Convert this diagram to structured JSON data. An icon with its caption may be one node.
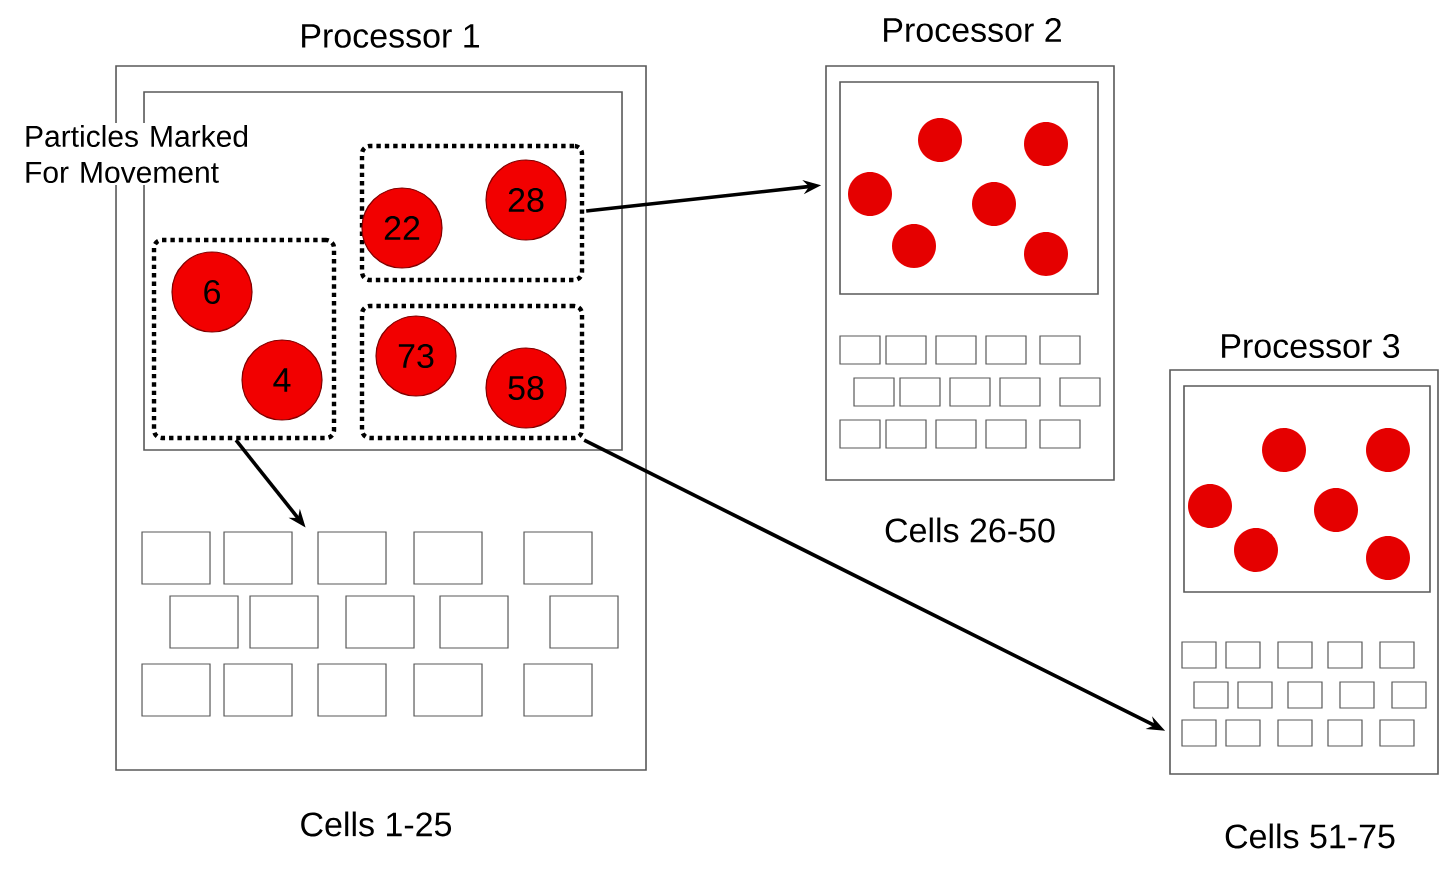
{
  "diagram": {
    "nodes": [
      {
        "text": [
          "Processor 1"
        ],
        "beside": [
          "Cells 1-25"
        ]
      },
      {
        "text": [
          "Particles Marked For Movement"
        ],
        "in": 0
      },
      {
        "text": [],
        "shape": "box",
        "in": 1
      },
      {
        "text": [
          "6"
        ],
        "in": 2
      },
      {
        "text": [
          "4"
        ],
        "in": 2
      },
      {
        "text": [],
        "shape": "box",
        "in": 1
      },
      {
        "text": [
          "22"
        ],
        "in": 5
      },
      {
        "text": [
          "28"
        ],
        "in": 5
      },
      {
        "text": [],
        "shape": "box",
        "in": 1
      },
      {
        "text": [
          "73"
        ],
        "in": 8
      },
      {
        "text": [
          "58"
        ],
        "in": 8
      },
      {
        "text": [],
        "shape": "box",
        "in": 0
      },
      {
        "text": [
          "Processor 2"
        ],
        "beside": [
          "Cells 26-50"
        ]
      },
      {
        "text": [
          "Processor 3"
        ],
        "beside": [
          "Cells 51-75"
        ]
      }
    ],
    "edges": [
      {
        "from": 2,
        "to": 11,
        "arrow": "to"
      },
      {
        "from": 5,
        "to": 12,
        "arrow": "to"
      },
      {
        "from": 8,
        "to": 13,
        "arrow": "to"
      }
    ]
  }
}
